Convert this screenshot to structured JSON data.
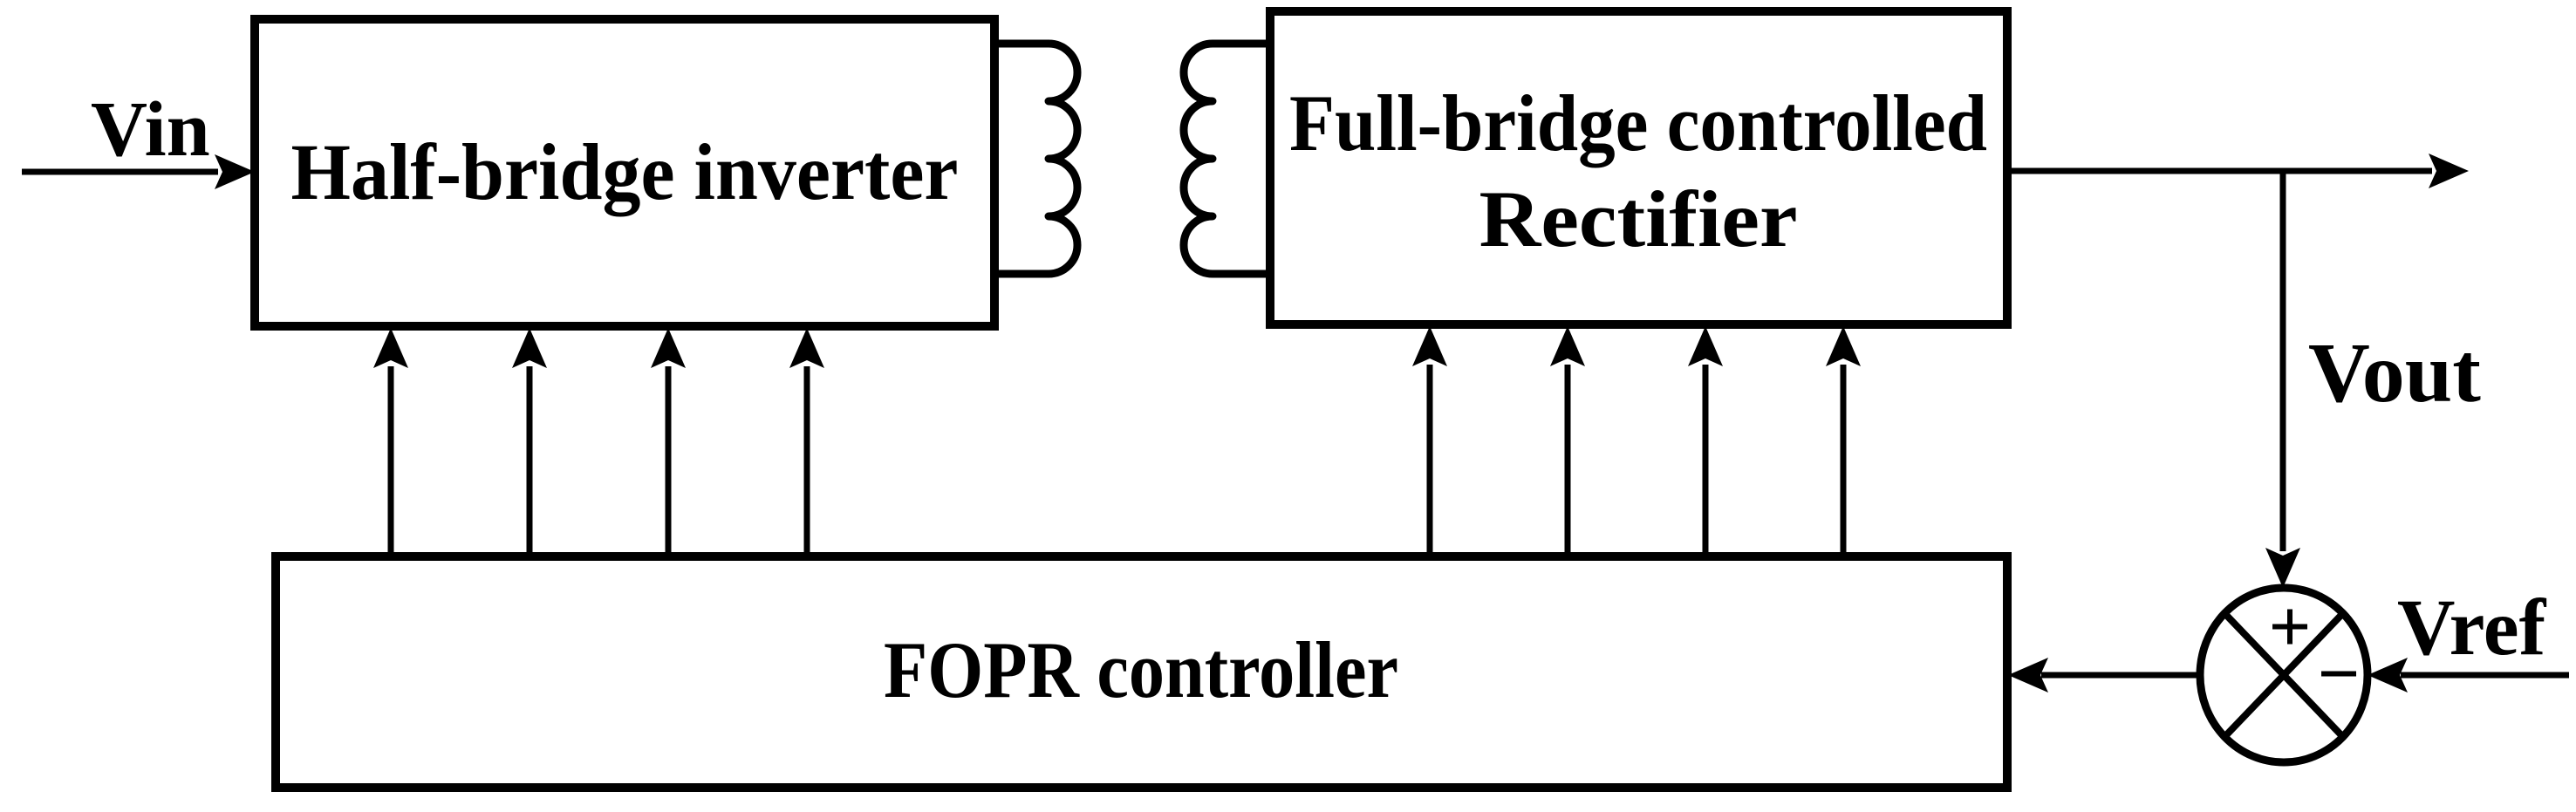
{
  "diagram": {
    "type": "control-system-block-diagram",
    "blocks": {
      "inverter": {
        "label": "Half-bridge inverter"
      },
      "rectifier": {
        "label_line1": "Full-bridge controlled",
        "label_line2": "Rectifier"
      },
      "controller": {
        "label": "FOPR controller"
      }
    },
    "signals": {
      "vin": "Vin",
      "vout": "Vout",
      "vref": "Vref"
    },
    "summing_junction": {
      "plus_sign": "+",
      "minus_sign": "−"
    },
    "icons": {
      "transformer_primary": "inductor-coil-4-turns",
      "transformer_secondary": "inductor-coil-4-turns"
    },
    "colors": {
      "line": "#000000",
      "background": "#ffffff",
      "box_fill": "#ffffff"
    }
  }
}
